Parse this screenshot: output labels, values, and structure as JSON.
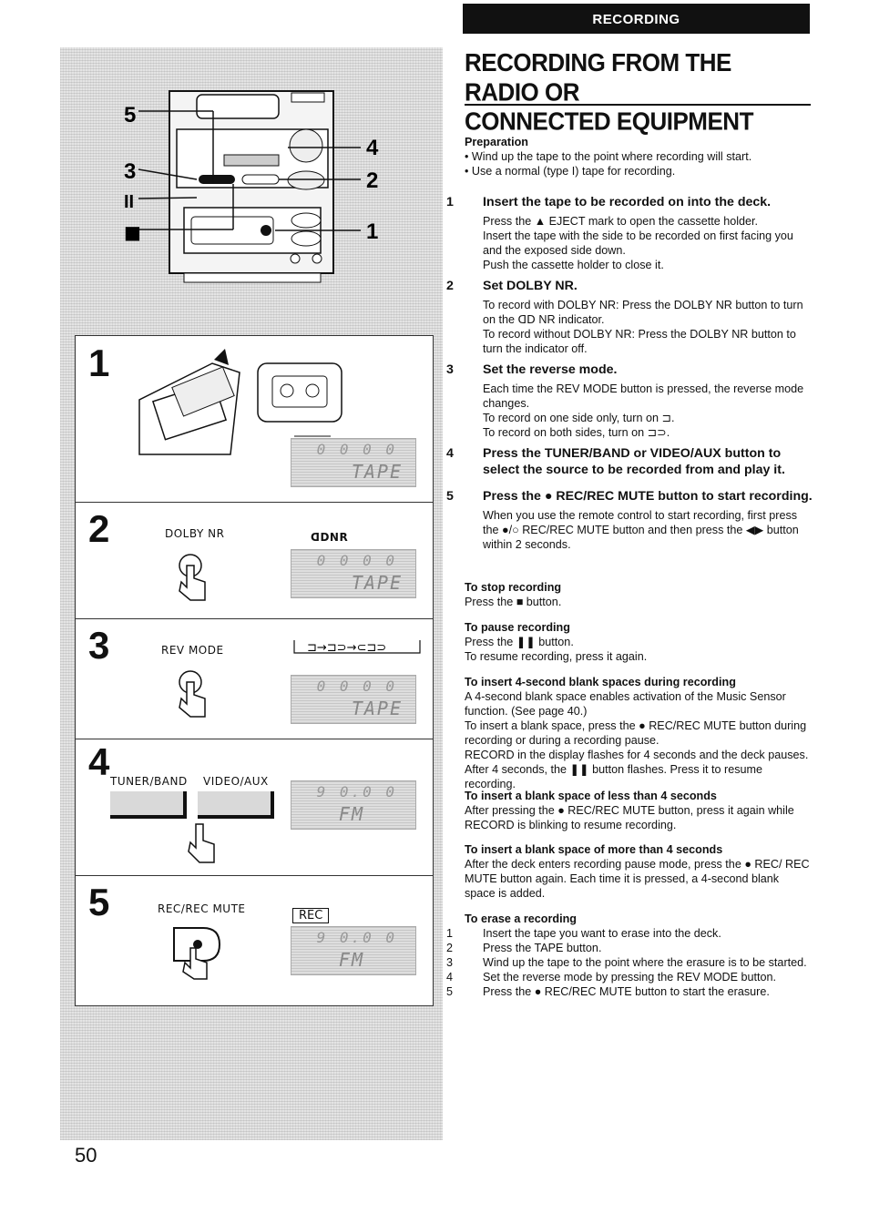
{
  "header": {
    "section": "RECORDING"
  },
  "title": {
    "line1": "RECORDING FROM THE RADIO OR",
    "line2": "CONNECTED EQUIPMENT"
  },
  "preparation": {
    "heading": "Preparation",
    "items": [
      "• Wind up the tape to the point where recording will start.",
      "• Use a normal (type I) tape for recording."
    ]
  },
  "steps": [
    {
      "num": "1",
      "title": "Insert the tape to be recorded on into the deck.",
      "body": [
        "Press the ▲ EJECT mark to open the cassette holder.",
        "Insert the tape with the side to be recorded on first facing you and the exposed side down.",
        "Push the cassette holder to close it."
      ]
    },
    {
      "num": "2",
      "title": "Set DOLBY NR.",
      "body": [
        "To record with DOLBY NR: Press the DOLBY NR button to turn on the ᗡᗞ NR indicator.",
        "To record without DOLBY NR: Press the DOLBY NR button to turn the indicator off."
      ]
    },
    {
      "num": "3",
      "title": "Set the reverse mode.",
      "body": [
        "Each time the REV MODE button is pressed, the reverse mode changes.",
        "To record on one side only, turn on ⊐.",
        "To record on both sides, turn on ⊐⊃."
      ]
    },
    {
      "num": "4",
      "title": "Press the TUNER/BAND or VIDEO/AUX button to select the source to be recorded from and play it.",
      "body": []
    },
    {
      "num": "5",
      "title": "Press the ● REC/REC MUTE button to start recording.",
      "body": [
        "When you use the remote control to start recording, first press the ●/○ REC/REC MUTE button and then press the ◀▶ button within 2 seconds."
      ]
    }
  ],
  "stop": {
    "heading": "To stop recording",
    "text": "Press the ■ button."
  },
  "pause": {
    "heading": "To pause recording",
    "text1": "Press the ❚❚ button.",
    "text2": "To resume recording, press it again."
  },
  "blank4": {
    "heading": "To insert 4-second blank spaces during recording",
    "p1": "A 4-second blank space enables activation of the Music Sensor function. (See page 40.)",
    "p2": "To insert a blank space, press the ● REC/REC MUTE button during recording or during a recording pause.",
    "p3": "RECORD in the display flashes for 4 seconds and the deck pauses. After 4 seconds, the ❚❚ button flashes. Press it to resume recording."
  },
  "less4": {
    "heading": "To insert a blank space of less than 4 seconds",
    "text": "After pressing the ● REC/REC MUTE button, press it again while RECORD is blinking to resume recording."
  },
  "more4": {
    "heading": "To insert a blank space of more than 4 seconds",
    "text": "After the deck enters recording pause mode, press the ● REC/ REC MUTE button again. Each time it is pressed, a 4-second blank space is added."
  },
  "erase": {
    "heading": "To erase a recording",
    "items": [
      {
        "n": "1",
        "t": "Insert the tape you want to erase into the deck."
      },
      {
        "n": "2",
        "t": "Press the TAPE button."
      },
      {
        "n": "3",
        "t": "Wind up the tape to the point where the erasure is to be started."
      },
      {
        "n": "4",
        "t": "Set the reverse mode by pressing the REV MODE button."
      },
      {
        "n": "5",
        "t": "Press the ● REC/REC MUTE button to start the erasure."
      }
    ]
  },
  "figure": {
    "callouts": {
      "c5": "5",
      "c3": "3",
      "cpause": "II",
      "cstop": "■",
      "c4": "4",
      "c2": "2",
      "c1": "1"
    },
    "panels": [
      {
        "num": "1",
        "lcd_text": "TAPE"
      },
      {
        "num": "2",
        "caption": "DOLBY NR",
        "indicator": "ᗡᗞNR",
        "lcd_text": "TAPE"
      },
      {
        "num": "3",
        "caption": "REV MODE",
        "lcd_text": "TAPE"
      },
      {
        "num": "4",
        "caption1": "TUNER/BAND",
        "caption2": "VIDEO/AUX",
        "lcd_text": "FM"
      },
      {
        "num": "5",
        "caption": "REC/REC MUTE",
        "indicator": "REC",
        "lcd_text": "FM"
      }
    ]
  },
  "page_number": "50"
}
